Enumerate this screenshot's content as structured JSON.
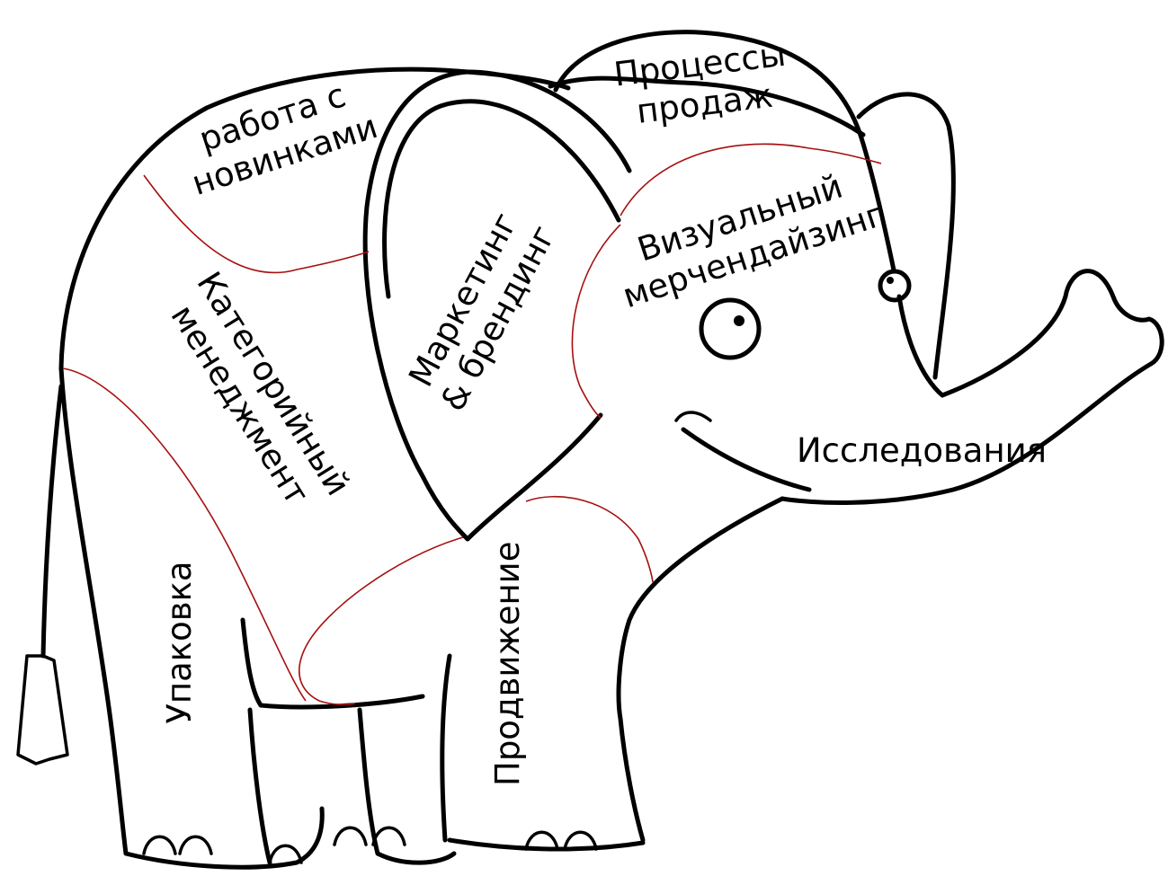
{
  "colors": {
    "background": "#ffffff",
    "outline": "#000000",
    "region_line": "#a60f0f",
    "text": "#000000"
  },
  "labels": {
    "novelties": [
      "работа с",
      "новинками"
    ],
    "sales": [
      "Процессы",
      "продаж"
    ],
    "marketing": [
      "Маркетинг",
      "& брендинг"
    ],
    "merchandising": [
      "Визуальный",
      "мерчендайзинг"
    ],
    "category": [
      "Категорийный",
      "менеджмент"
    ],
    "research": "Исследования",
    "packaging": "Упаковка",
    "promotion": "Продвижение"
  }
}
